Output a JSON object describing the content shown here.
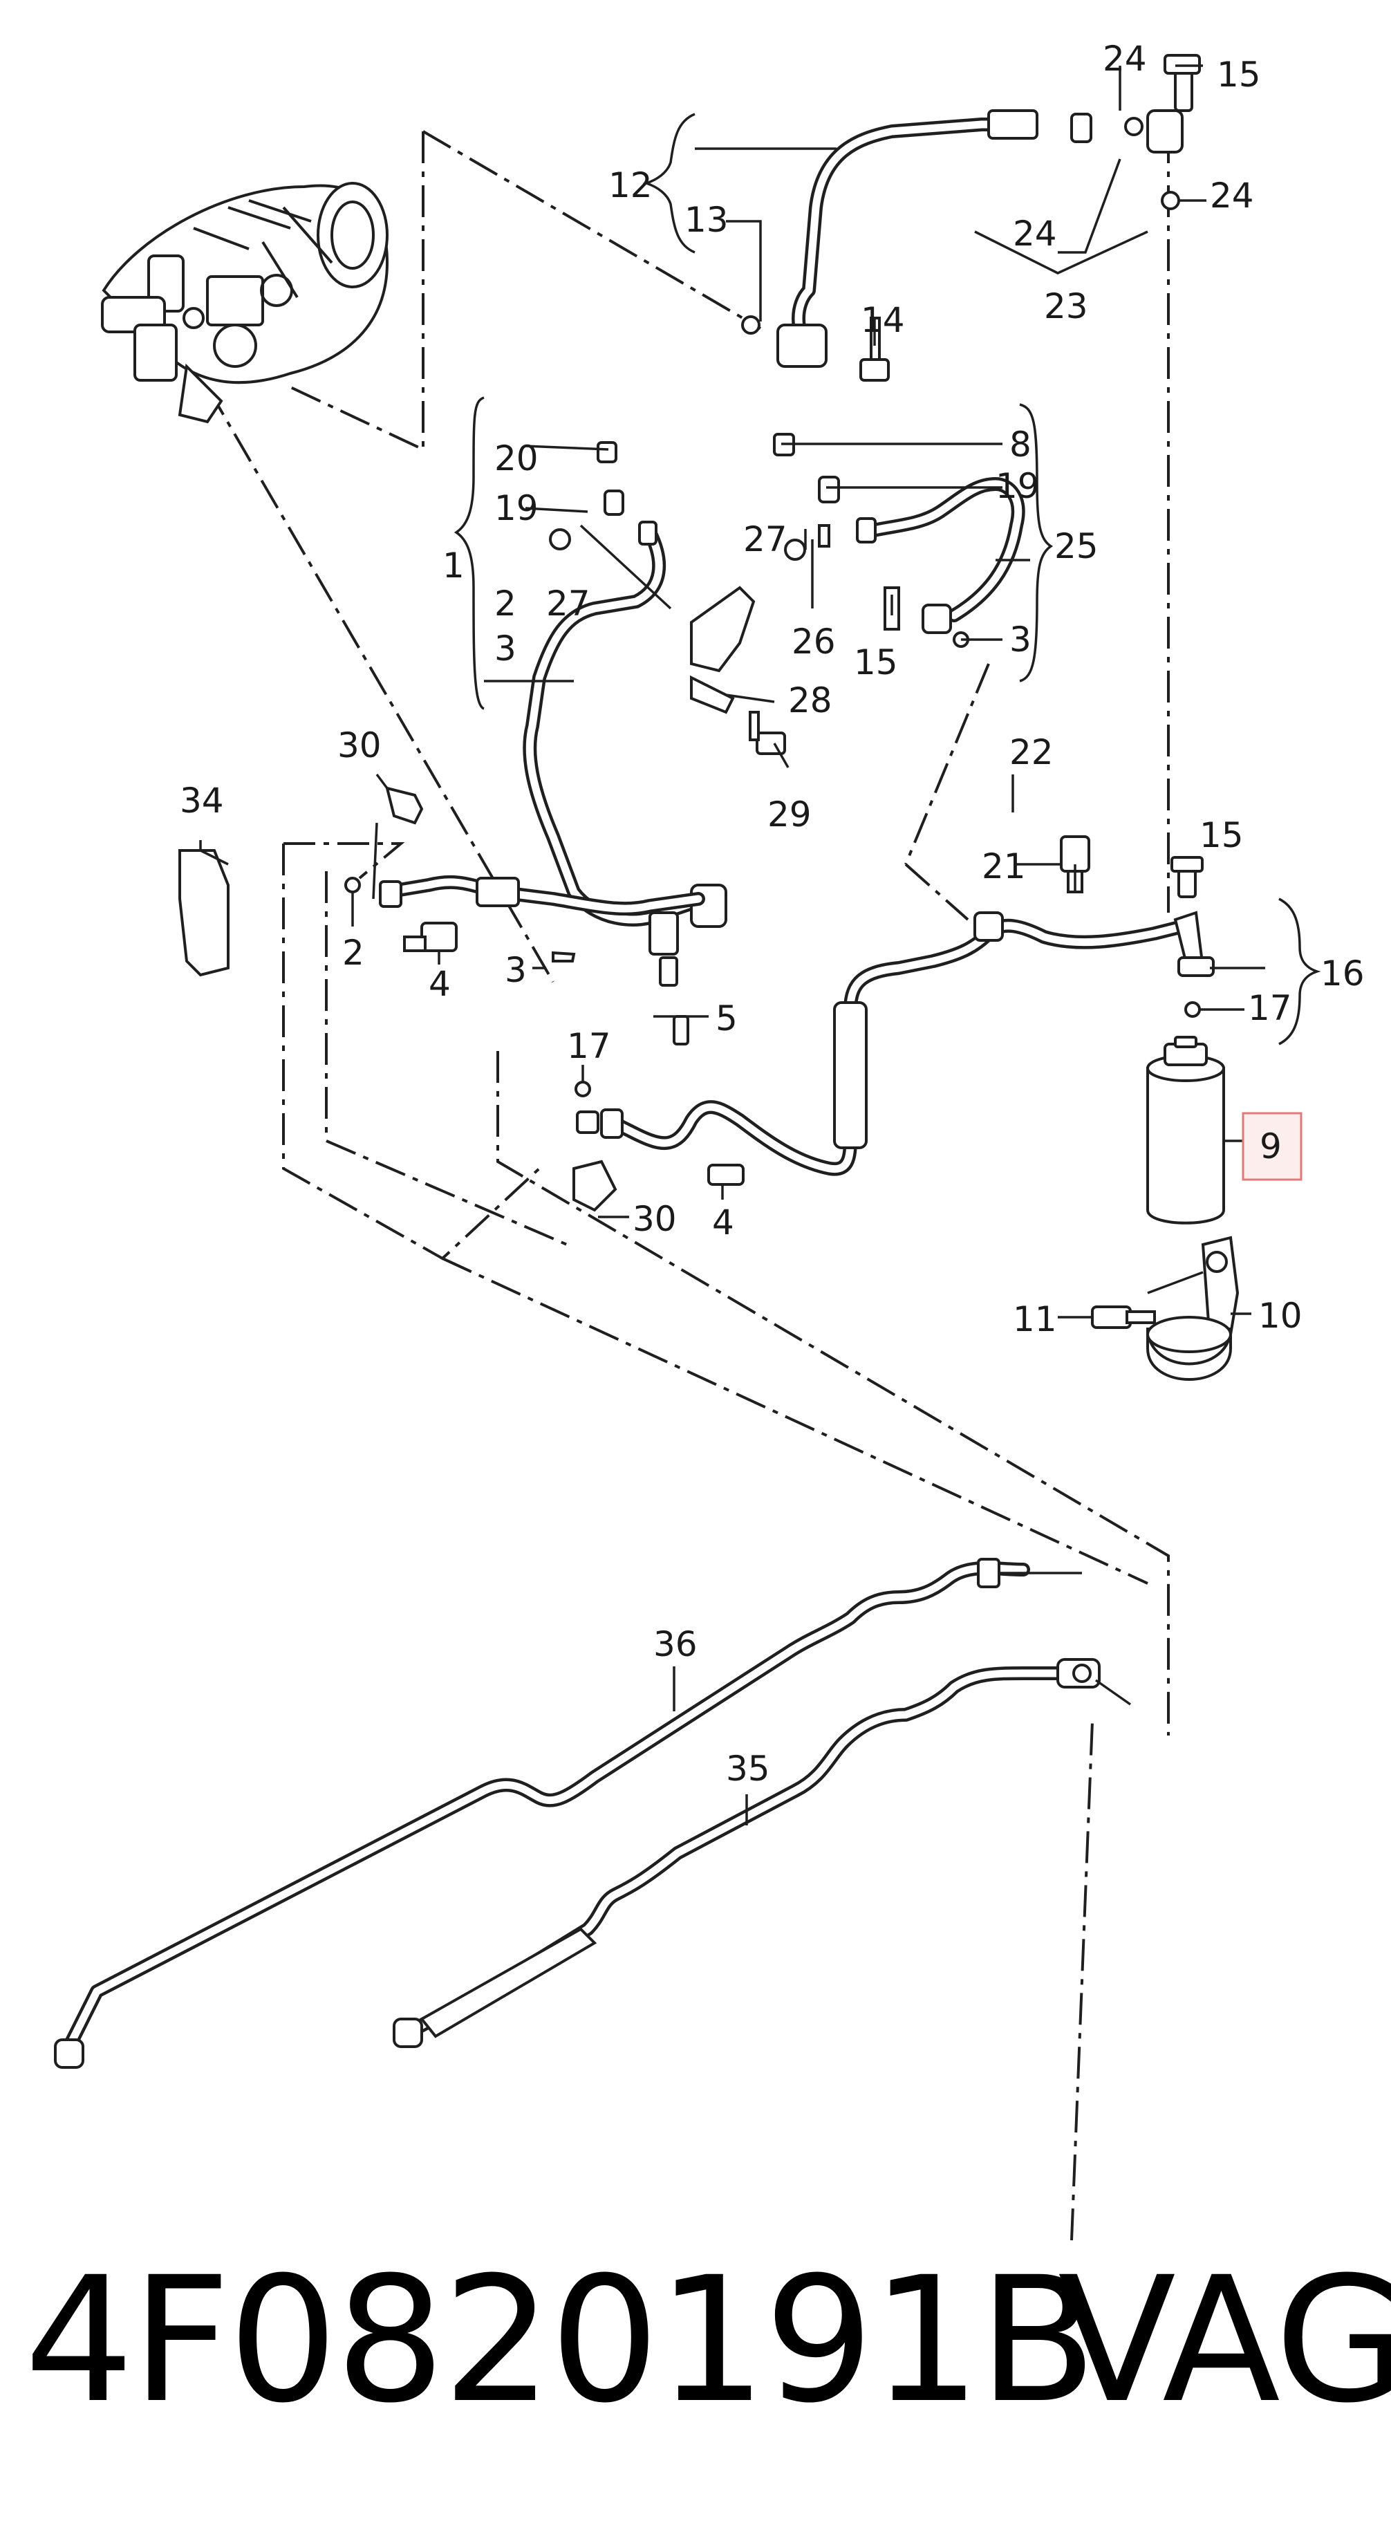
{
  "diagram": {
    "callouts": {
      "c1": "1",
      "c2a": "2",
      "c3a": "3",
      "c2b": "2",
      "c3b": "3",
      "c3c": "3",
      "c4a": "4",
      "c4b": "4",
      "c5": "5",
      "c8": "8",
      "c9": "9",
      "c10": "10",
      "c11": "11",
      "c12": "12",
      "c13": "13",
      "c14": "14",
      "c15a": "15",
      "c15b": "15",
      "c15c": "15",
      "c16": "16",
      "c17a": "17",
      "c17b": "17",
      "c19a": "19",
      "c19b": "19",
      "c20": "20",
      "c21": "21",
      "c22": "22",
      "c23": "23",
      "c24a": "24",
      "c24b": "24",
      "c24c": "24",
      "c25": "25",
      "c26": "26",
      "c27a": "27",
      "c27b": "27",
      "c28": "28",
      "c29": "29",
      "c30a": "30",
      "c30b": "30",
      "c34": "34",
      "c35": "35",
      "c36": "36"
    },
    "highlighted_callout": "9",
    "highlight_color": "#e07a7a",
    "highlight_fill": "#fdeeee"
  },
  "footer": {
    "part_number": "4F0820191B",
    "brand": "VAG"
  }
}
